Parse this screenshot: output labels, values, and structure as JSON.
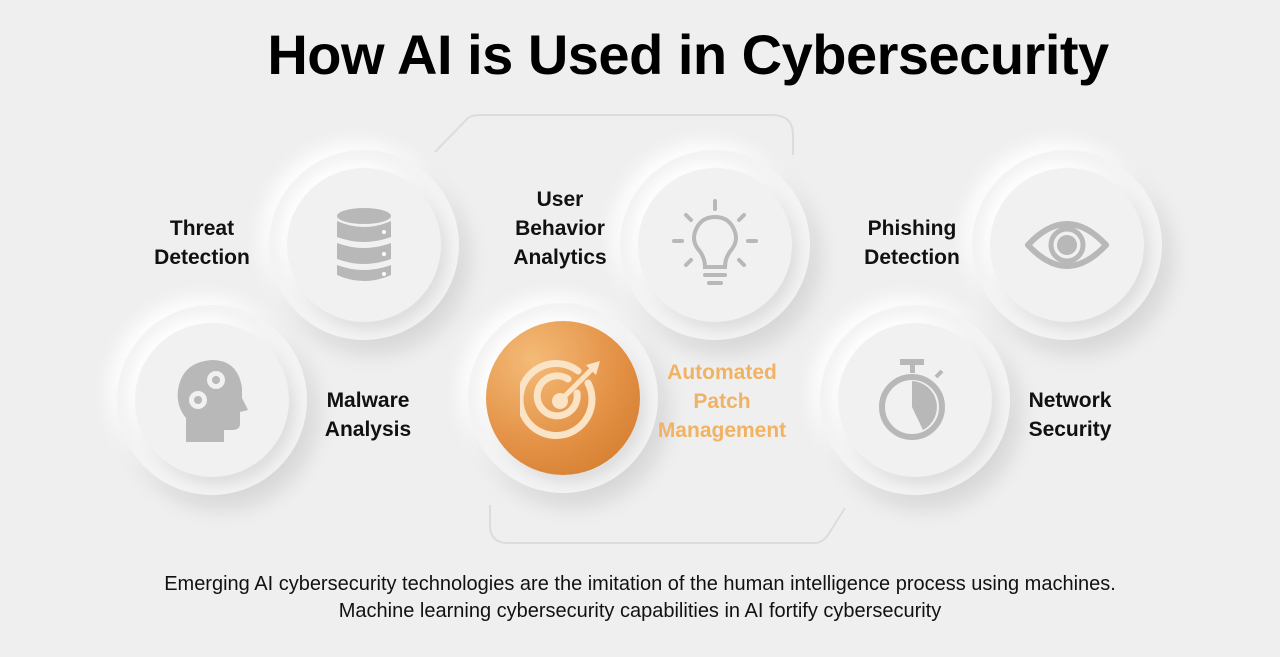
{
  "title": "How AI is Used in Cybersecurity",
  "items": [
    {
      "label_lines": [
        "Threat",
        "Detection"
      ],
      "icon": "database-icon"
    },
    {
      "label_lines": [
        "Malware",
        "Analysis"
      ],
      "icon": "head-gears-icon"
    },
    {
      "label_lines": [
        "User",
        "Behavior",
        "Analytics"
      ],
      "icon": "lightbulb-icon"
    },
    {
      "label_lines": [
        "Automated",
        "Patch",
        "Management"
      ],
      "icon": "target-icon",
      "highlighted": true
    },
    {
      "label_lines": [
        "Phishing",
        "Detection"
      ],
      "icon": "eye-icon"
    },
    {
      "label_lines": [
        "Network",
        "Security"
      ],
      "icon": "stopwatch-icon"
    }
  ],
  "caption_lines": [
    "Emerging AI cybersecurity technologies are the imitation of the human intelligence process using machines.",
    "Machine learning cybersecurity capabilities in AI fortify cybersecurity"
  ],
  "colors": {
    "accent": "#e39145",
    "accent_text": "#f0b263",
    "icon_gray": "#b5b5b5",
    "background": "#f0eff0"
  }
}
